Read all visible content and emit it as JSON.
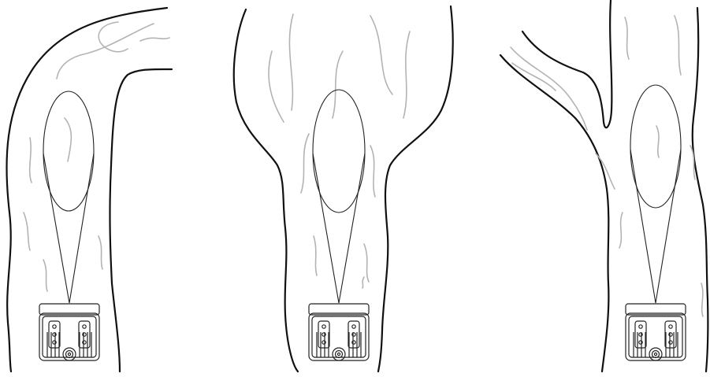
{
  "panels": [
    {
      "name": "curved-trunk-panel"
    },
    {
      "name": "straight-trunk-panel"
    },
    {
      "name": "forked-trunk-panel"
    }
  ],
  "colors": {
    "outline": "#111111",
    "grain": "#b3b3b3",
    "beam": "#222222",
    "device_fill": "#ffffff",
    "device_stroke": "#222222"
  },
  "icons": {
    "device": "camera-sensor-icon",
    "field_of_view": "ellipse-beam"
  }
}
